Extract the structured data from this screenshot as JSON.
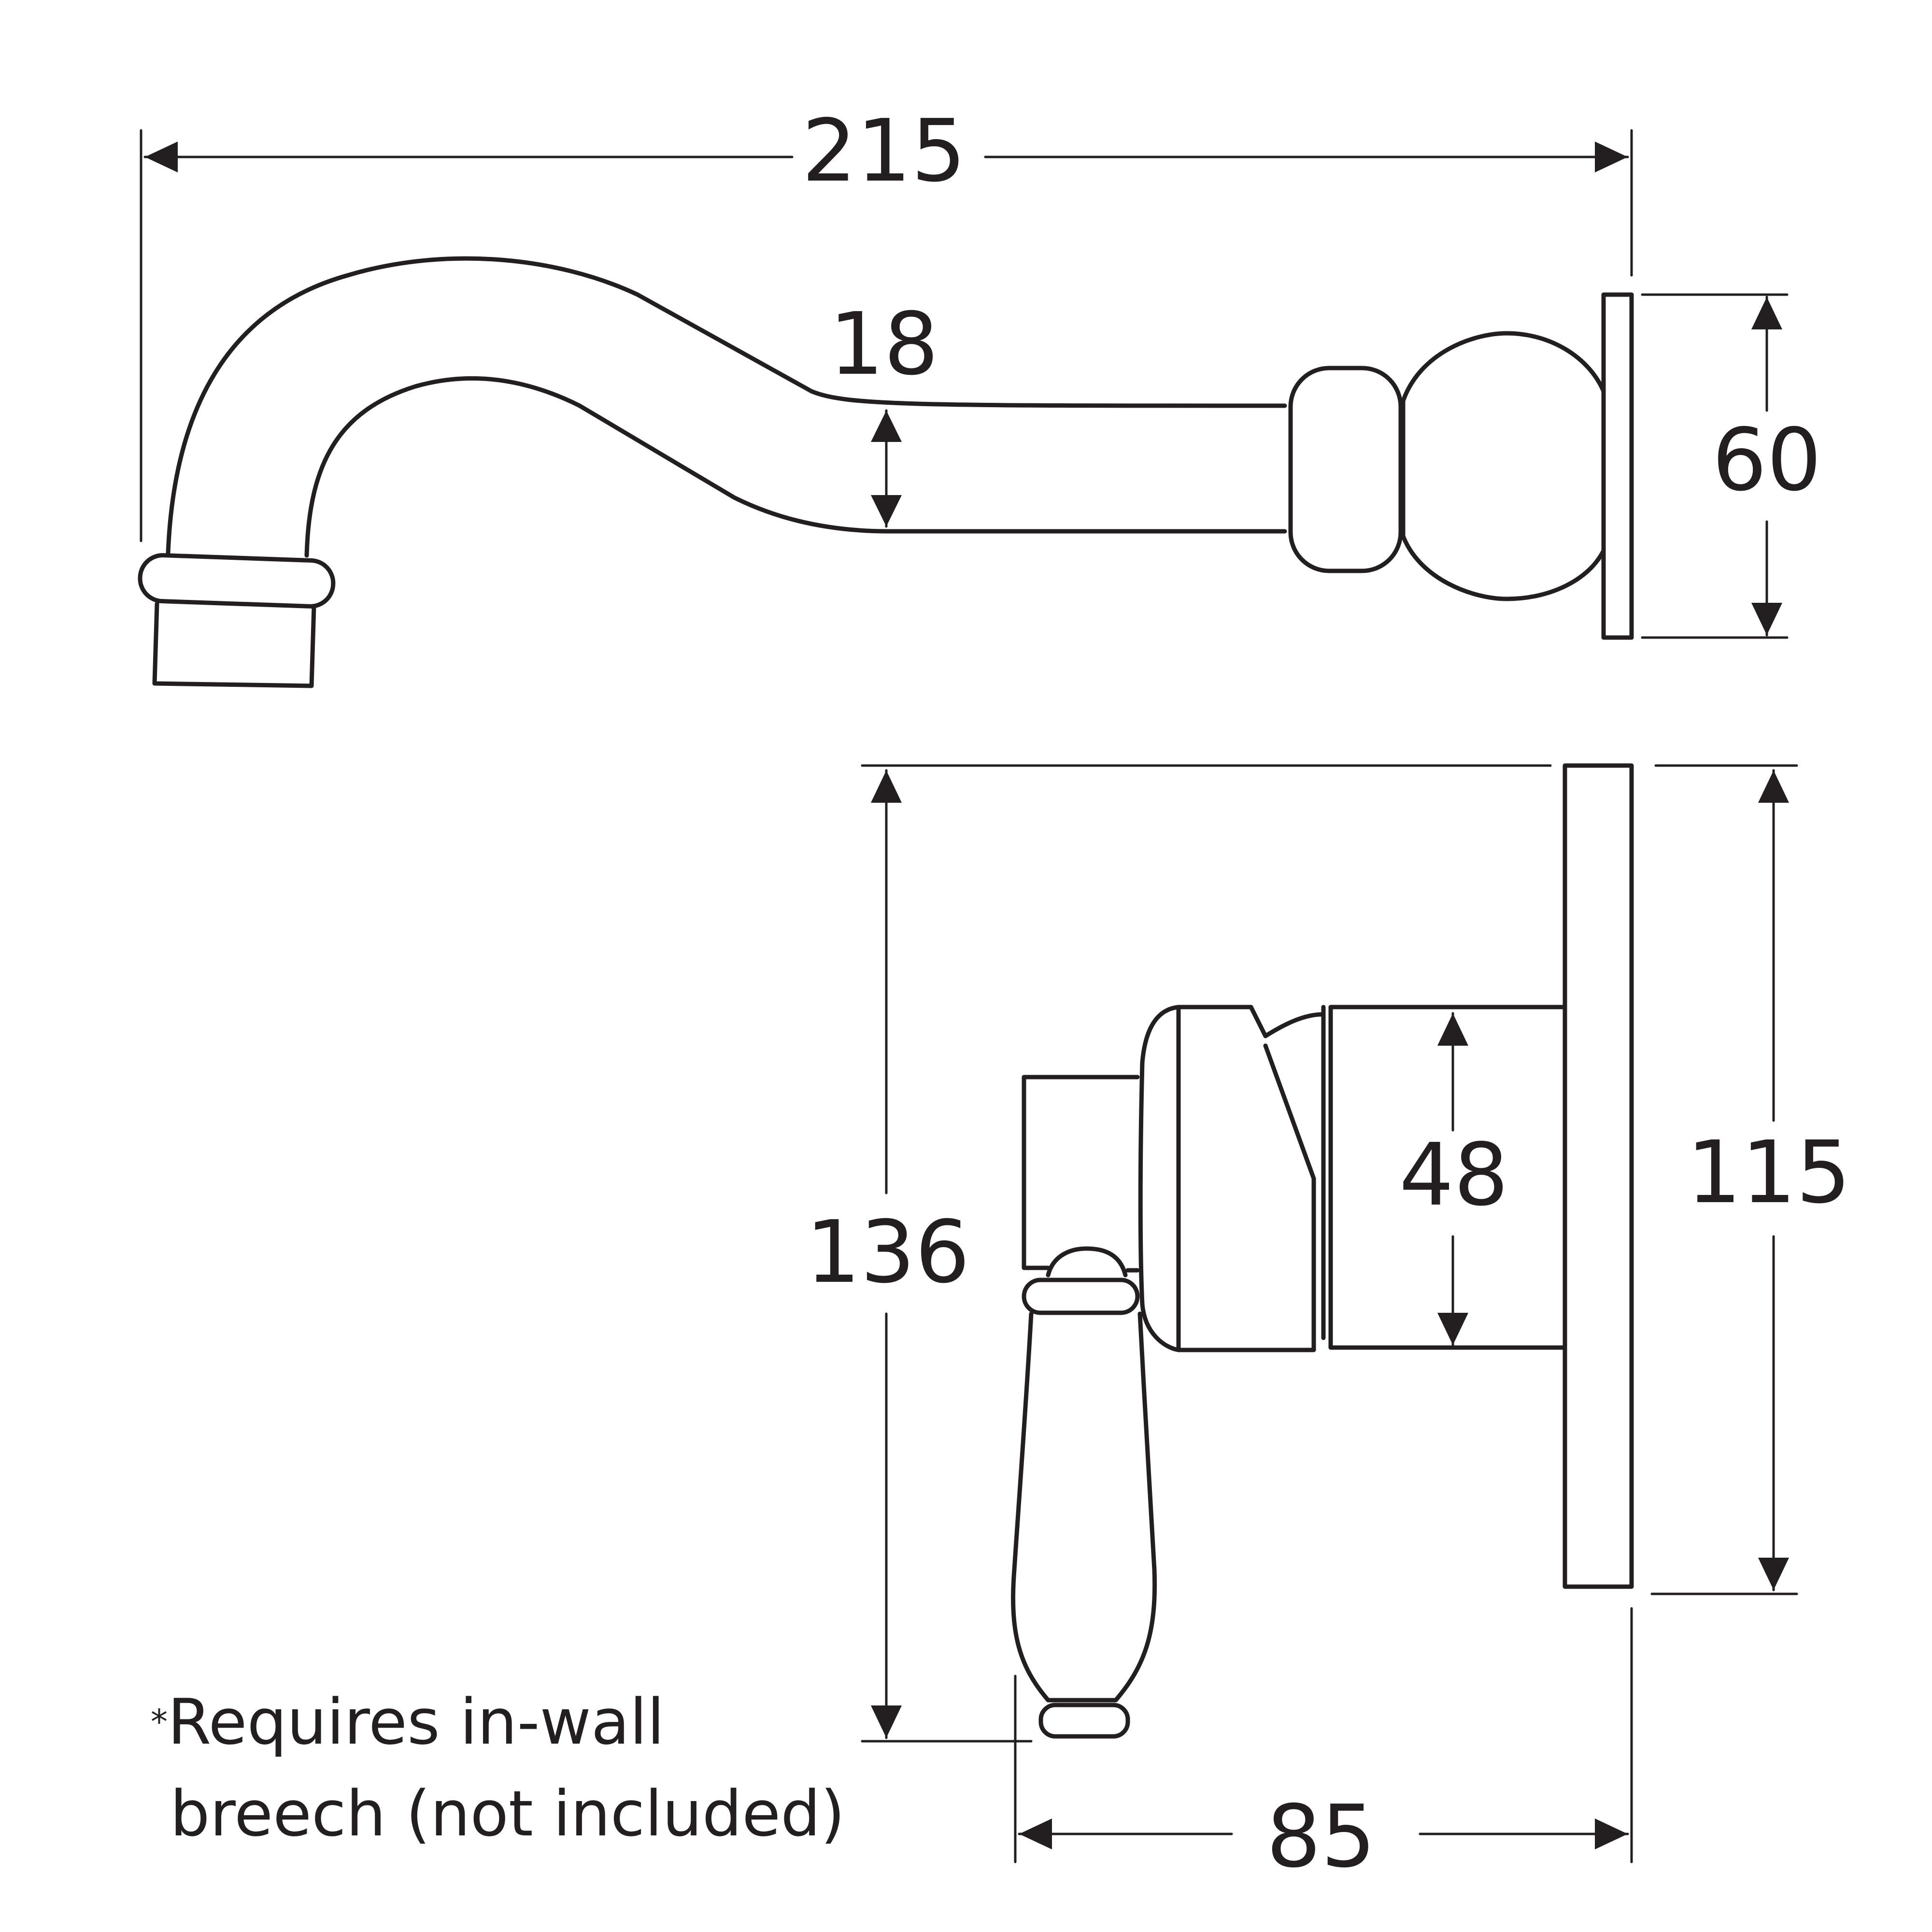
{
  "dimensions": {
    "spout_length": "215",
    "spout_diameter": "18",
    "flange_height_spout": "60",
    "mixer_total_height": "136",
    "mixer_body_height": "48",
    "mixer_plate_height": "115",
    "mixer_projection": "85"
  },
  "note": {
    "marker": "*",
    "line1": "Requires in-wall",
    "line2": "breech (not included)"
  },
  "colors": {
    "line": "#231f20",
    "background": "#ffffff"
  }
}
